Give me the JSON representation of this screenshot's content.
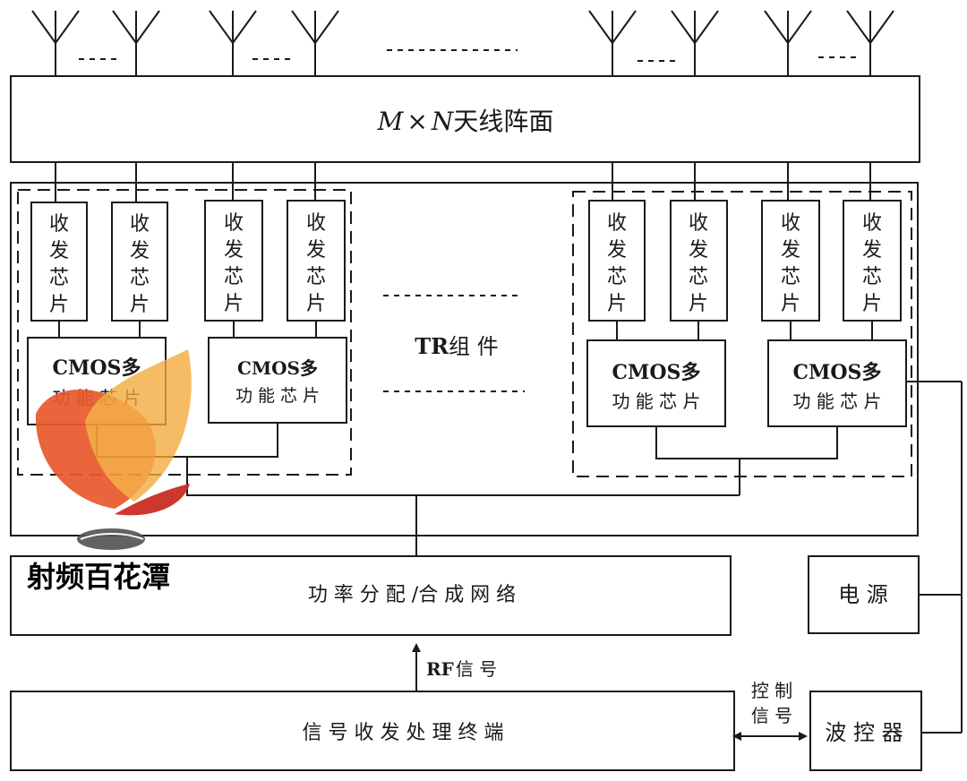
{
  "antenna_array": {
    "label_m": "M",
    "label_x": "×",
    "label_n": "N",
    "label_rest": "天线阵面"
  },
  "ellipsis": "........",
  "tr_module": {
    "label_tr": "TR",
    "label_rest": "组 件"
  },
  "transceiver_chip": [
    "收",
    "发",
    "芯",
    "片"
  ],
  "cmos_chip": {
    "line1": "CMOS多",
    "line2": "功 能 芯 片"
  },
  "power_network": {
    "label": "功 率 分 配 /合 成 网 络"
  },
  "power_supply": {
    "label": "电 源"
  },
  "signal_terminal": {
    "label": "信 号 收 发 处 理 终 端"
  },
  "beam_controller": {
    "label": "波 控 器"
  },
  "rf_signal": {
    "label_rf": "RF",
    "label_rest": "信 号"
  },
  "control_signal": {
    "line1": "控 制",
    "line2": "信 号"
  },
  "watermark": {
    "text": "射频百花潭",
    "colors": [
      "#e9592b",
      "#f2a93b",
      "#c8281e",
      "#555555"
    ]
  }
}
